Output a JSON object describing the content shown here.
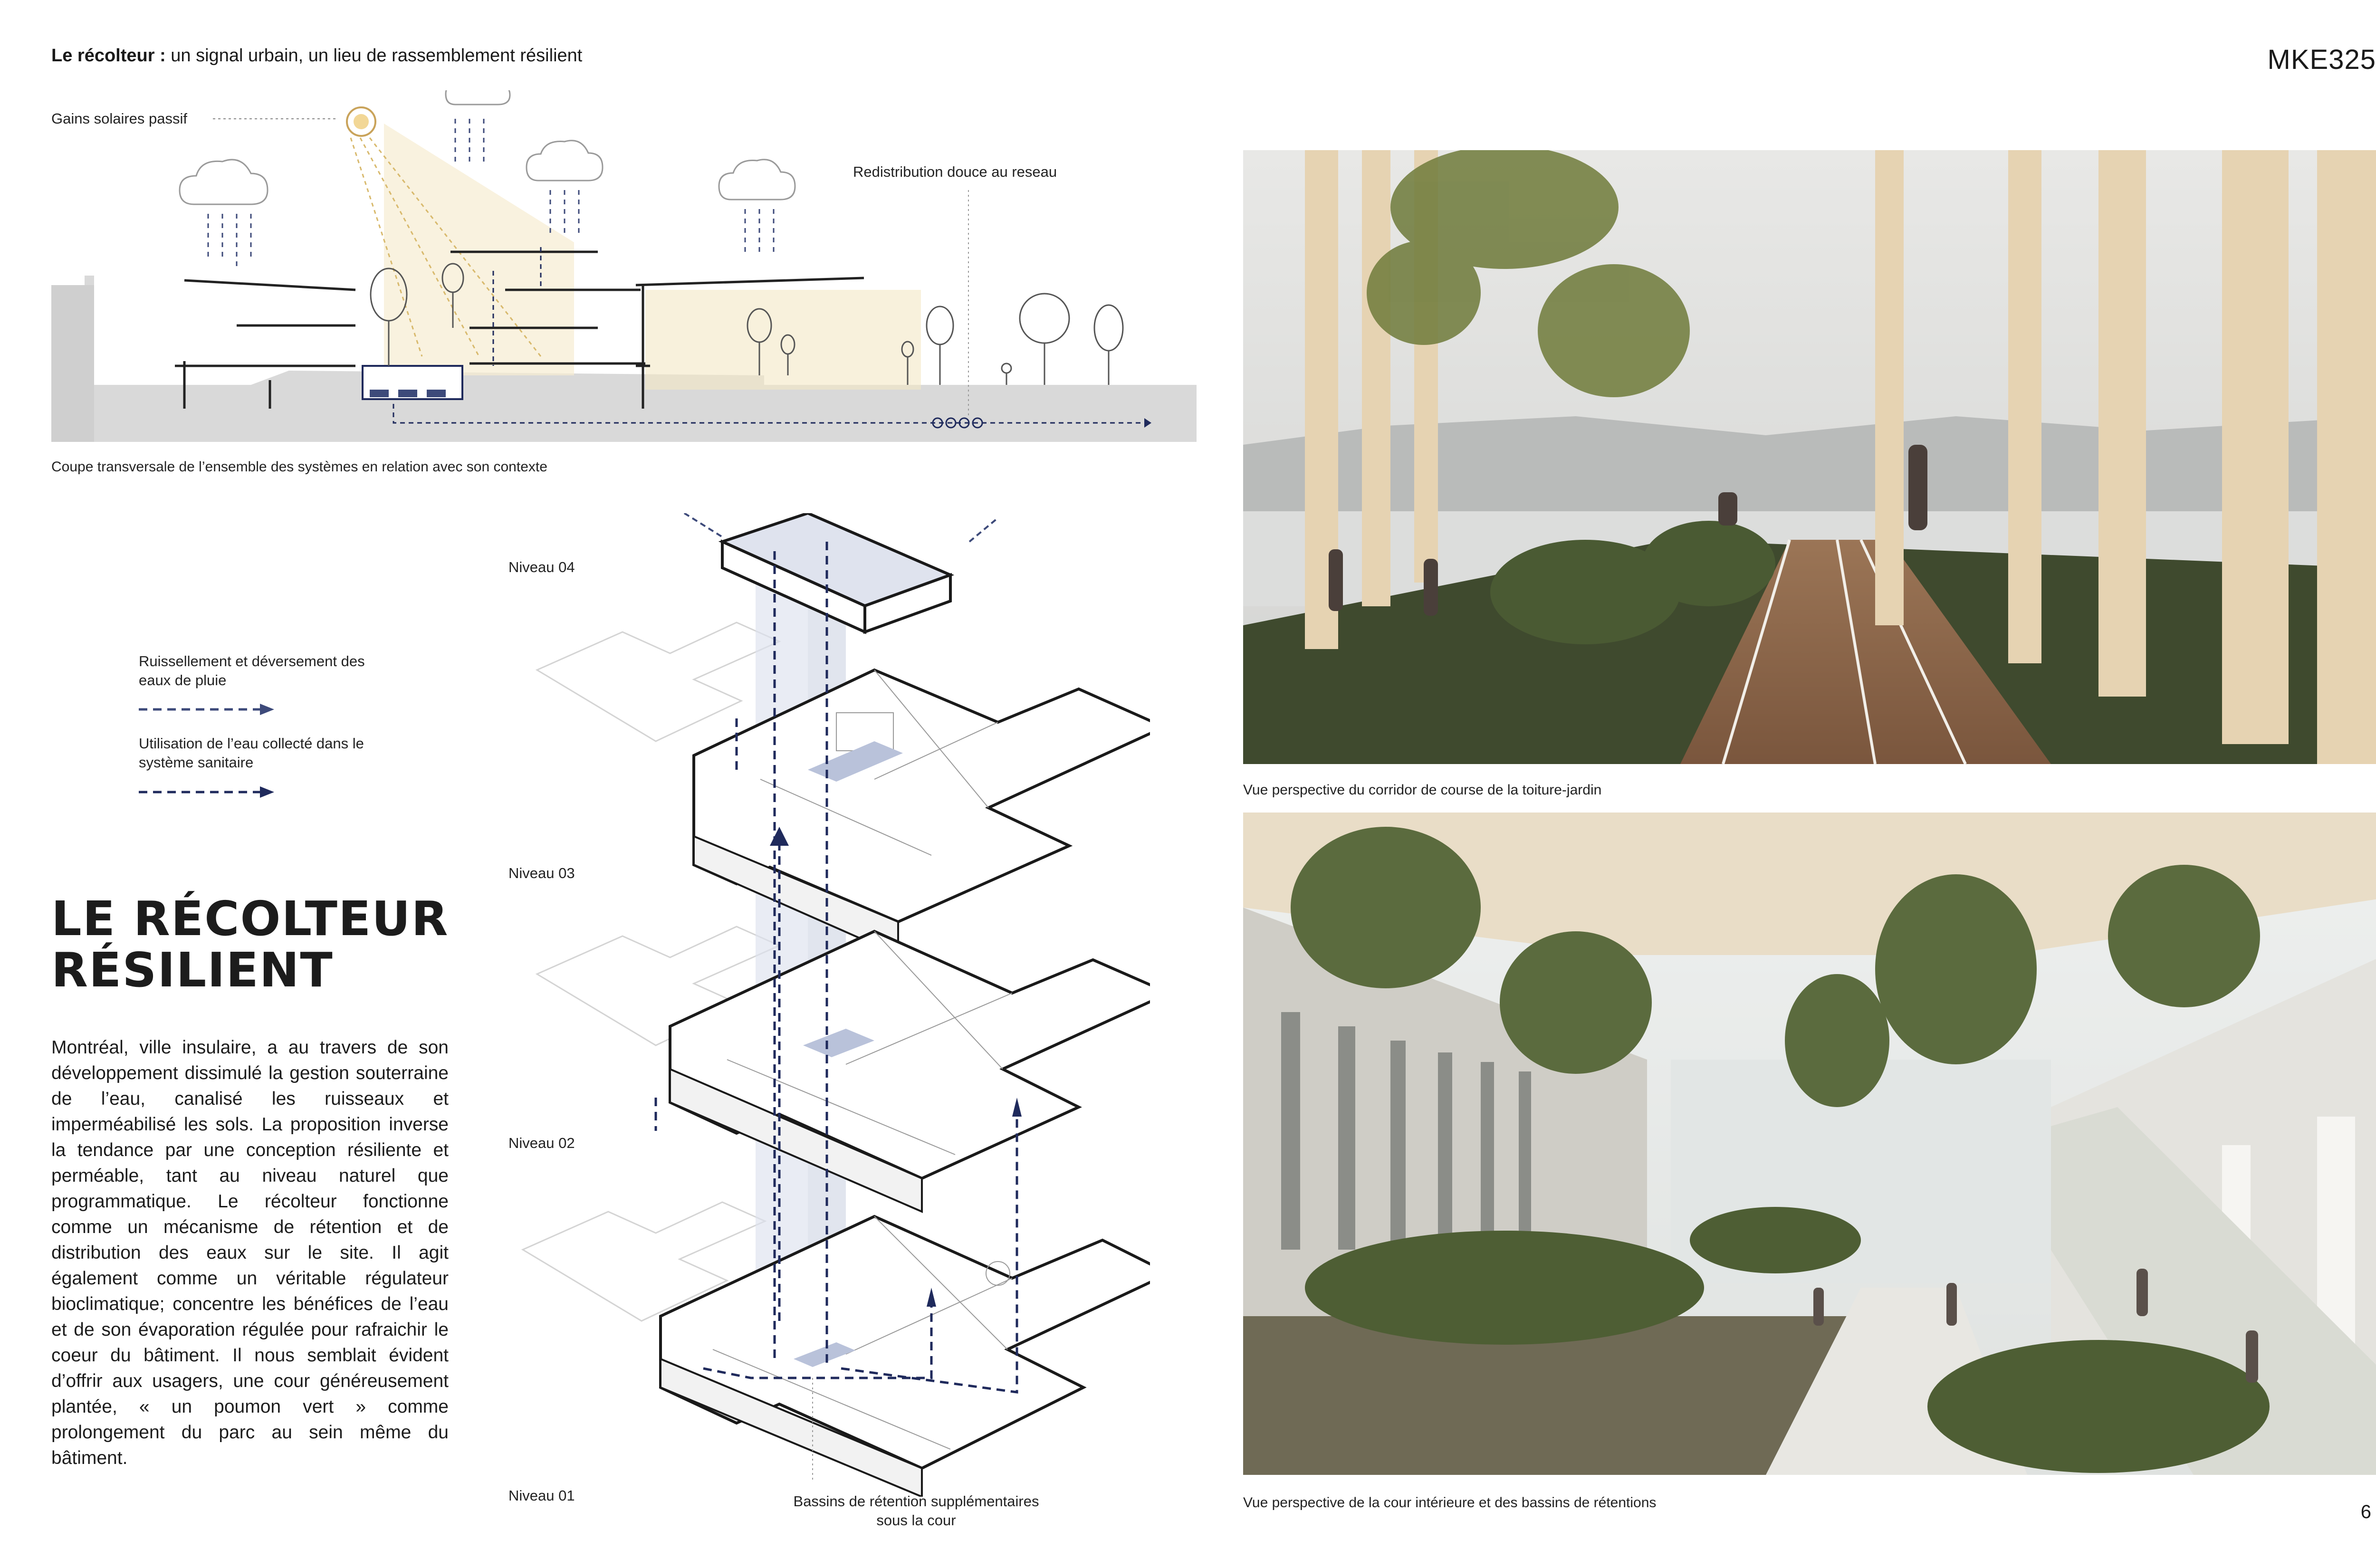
{
  "header": {
    "title_bold": "Le récolteur :",
    "title_rest": " un signal urbain, un lieu de rassemblement résilient",
    "code": "MKE325",
    "page_number": "6"
  },
  "section_diagram": {
    "label_solar": "Gains solaires passif",
    "label_redistribution": "Redistribution douce au reseau",
    "caption": "Coupe transversale de l’ensemble des systèmes en relation avec son contexte"
  },
  "legend": {
    "item1": "Ruissellement et déversement des eaux de pluie",
    "item2": "Utilisation de l’eau collecté  dans le système sanitaire",
    "color_runoff": "#3d4a7a",
    "color_sanitary": "#1f2a5c"
  },
  "levels": [
    "Niveau 04",
    "Niveau 03",
    "Niveau 02",
    "Niveau 01"
  ],
  "axo": {
    "label_basins_line1": "Bassins de rétention supplémentaires",
    "label_basins_line2": "sous la cour"
  },
  "main": {
    "title_line1": "LE RÉCOLTEUR",
    "title_line2": "RÉSILIENT",
    "paragraph": "Montréal, ville insulaire, a au travers de son développement dissimulé la gestion souterraine de l’eau, canalisé les ruisseaux et imperméabilisé les sols. La proposition inverse la tendance par une conception résiliente et perméable, tant au niveau naturel que programmatique. Le récolteur fonctionne comme un mécanisme de rétention et de distribution des eaux sur le site. Il agit également comme un véritable régulateur bioclimatique; concentre les bénéfices de l’eau et de son évaporation régulée pour rafraichir le coeur du bâtiment. Il nous semblait évident d’offrir aux usagers, une cour généreusement plantée, « un poumon vert » comme prolongement du parc au sein même du bâtiment."
  },
  "renders": {
    "caption_top": "Vue perspective du corridor de course de la toiture-jardin",
    "caption_bottom": "Vue perspective de la cour intérieure et des bassins de rétentions"
  }
}
